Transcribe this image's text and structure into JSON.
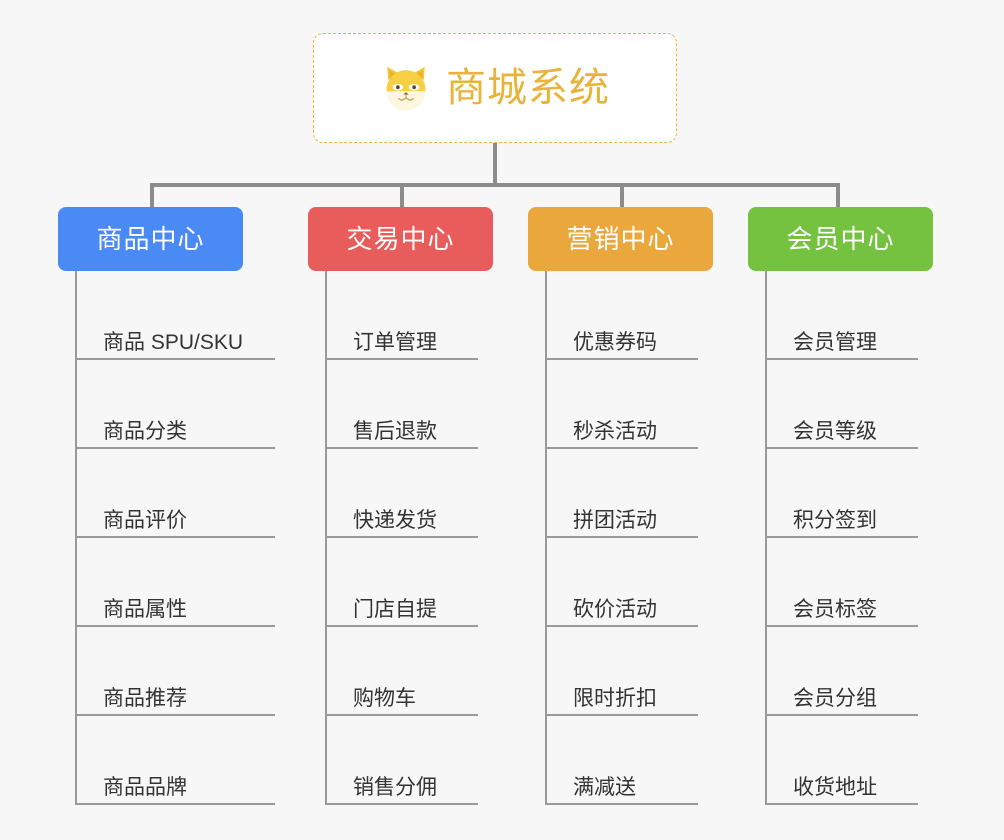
{
  "background_color": "#f7f7f7",
  "root": {
    "icon": "shiba-dog-face-icon",
    "title": "商城系统",
    "title_color": "#e8b339",
    "border_color": "#edb52f",
    "background": "#ffffff"
  },
  "connector_color": "#8c8c8c",
  "columns": [
    {
      "key": "product",
      "label": "商品中心",
      "color": "#4a8af4",
      "rule_width": 200,
      "items": [
        "商品 SPU/SKU",
        "商品分类",
        "商品评价",
        "商品属性",
        "商品推荐",
        "商品品牌"
      ]
    },
    {
      "key": "trade",
      "label": "交易中心",
      "color": "#e85c5c",
      "rule_width": 153,
      "items": [
        "订单管理",
        "售后退款",
        "快递发货",
        "门店自提",
        "购物车",
        "销售分佣"
      ]
    },
    {
      "key": "marketing",
      "label": "营销中心",
      "color": "#eaa83c",
      "rule_width": 153,
      "items": [
        "优惠券码",
        "秒杀活动",
        "拼团活动",
        "砍价活动",
        "限时折扣",
        "满减送"
      ]
    },
    {
      "key": "member",
      "label": "会员中心",
      "color": "#74c240",
      "rule_width": 153,
      "items": [
        "会员管理",
        "会员等级",
        "积分签到",
        "会员标签",
        "会员分组",
        "收货地址"
      ]
    }
  ]
}
